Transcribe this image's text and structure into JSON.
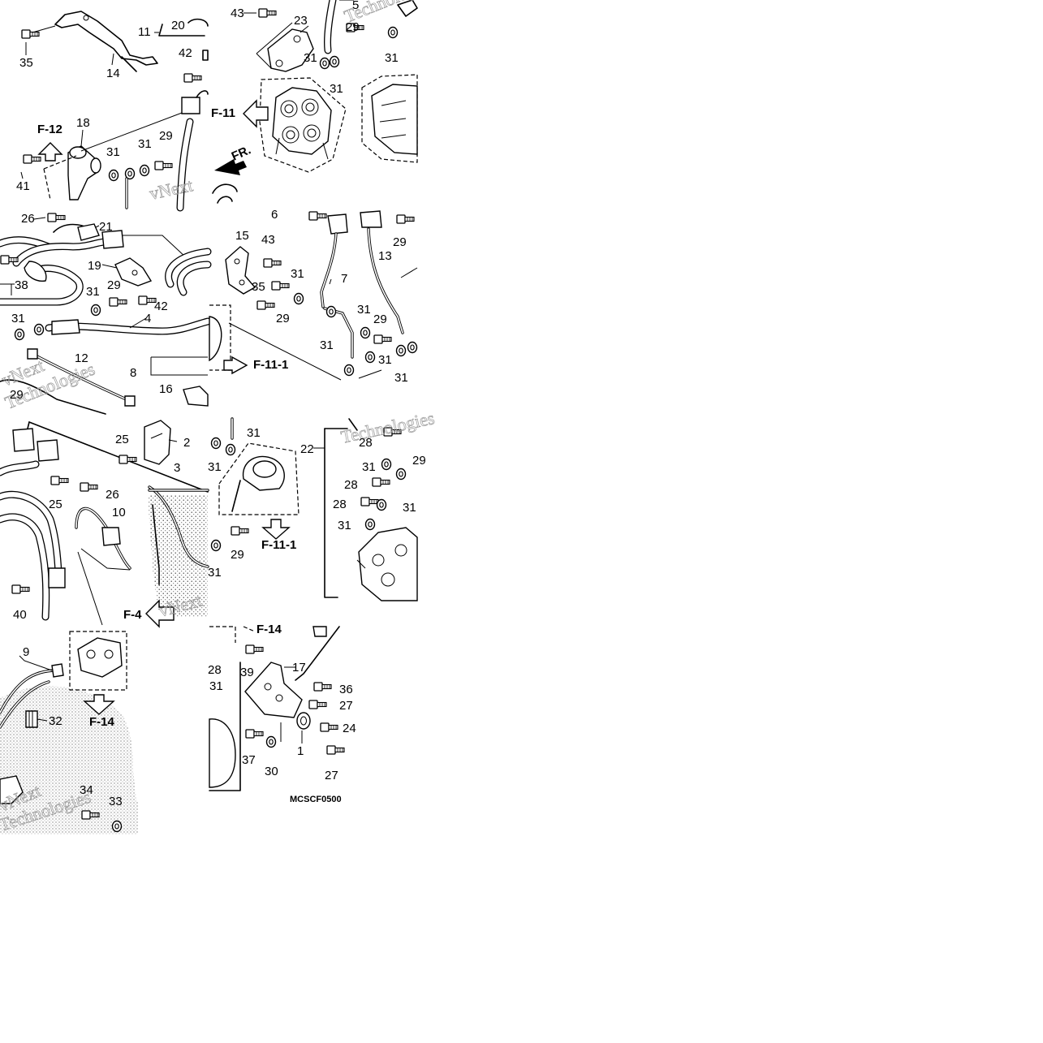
{
  "diagram": {
    "drawing_code": "MCSCF0500",
    "direction_label": "FR.",
    "watermark": [
      "vNext",
      "Technologies"
    ],
    "section_refs": [
      "F-12",
      "F-11",
      "F-11-1",
      "F-4",
      "F-14"
    ],
    "callouts": [
      "1",
      "2",
      "3",
      "4",
      "5",
      "6",
      "7",
      "8",
      "9",
      "10",
      "11",
      "12",
      "13",
      "14",
      "15",
      "16",
      "17",
      "18",
      "19",
      "20",
      "21",
      "22",
      "23",
      "24",
      "25",
      "26",
      "27",
      "28",
      "29",
      "30",
      "31",
      "32",
      "33",
      "34",
      "35",
      "36",
      "37",
      "38",
      "39",
      "40",
      "41",
      "42",
      "43"
    ],
    "colors": {
      "ink": "#000000",
      "paper": "#ffffff",
      "watermark": "#9a9a9a"
    }
  }
}
